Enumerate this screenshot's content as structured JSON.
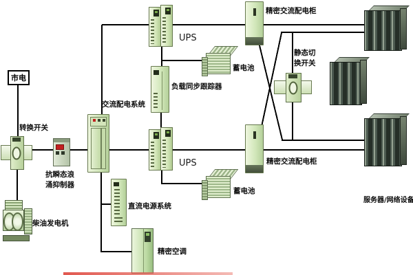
{
  "diagram": {
    "background_color": "#ffffff",
    "wire_color": "#000000",
    "nodes": {
      "mains": {
        "label": "市电"
      },
      "transfer_switch": {
        "label": "转换开关"
      },
      "surge_suppressor": {
        "label_line1": "抗瞬态浪",
        "label_line2": "涌抑制器"
      },
      "diesel_generator": {
        "label": "柴油发电机"
      },
      "ac_distribution": {
        "label": "交流配电系统"
      },
      "ups_a": {
        "label": "UPS"
      },
      "ups_b": {
        "label": "UPS"
      },
      "load_sync_tracker": {
        "label": "负载同步跟踪器"
      },
      "battery_a": {
        "label": "蓄电池"
      },
      "battery_b": {
        "label": "蓄电池"
      },
      "precision_ac_panel_a": {
        "label": "精密交流配电柜"
      },
      "precision_ac_panel_b": {
        "label": "精密交流配电柜"
      },
      "static_transfer_switch": {
        "label_line1": "静态切",
        "label_line2": "换开关"
      },
      "dc_power_system": {
        "label": "直流电源系统"
      },
      "precision_air_conditioner": {
        "label": "精密空调"
      },
      "server_network_equipment": {
        "label": "服务器/网络设备"
      }
    },
    "device_colors": {
      "cabinet_body_light": "#eef6de",
      "cabinet_body_dark": "#b4d09a",
      "cabinet_border": "#66784e",
      "rack_front": "#4c5a50",
      "rack_slat": "#262f28",
      "rack_frame": "#95a291",
      "screen_dark": "#232d1b",
      "screen_green": "#79a94b",
      "alert_red": "#c32020"
    }
  }
}
